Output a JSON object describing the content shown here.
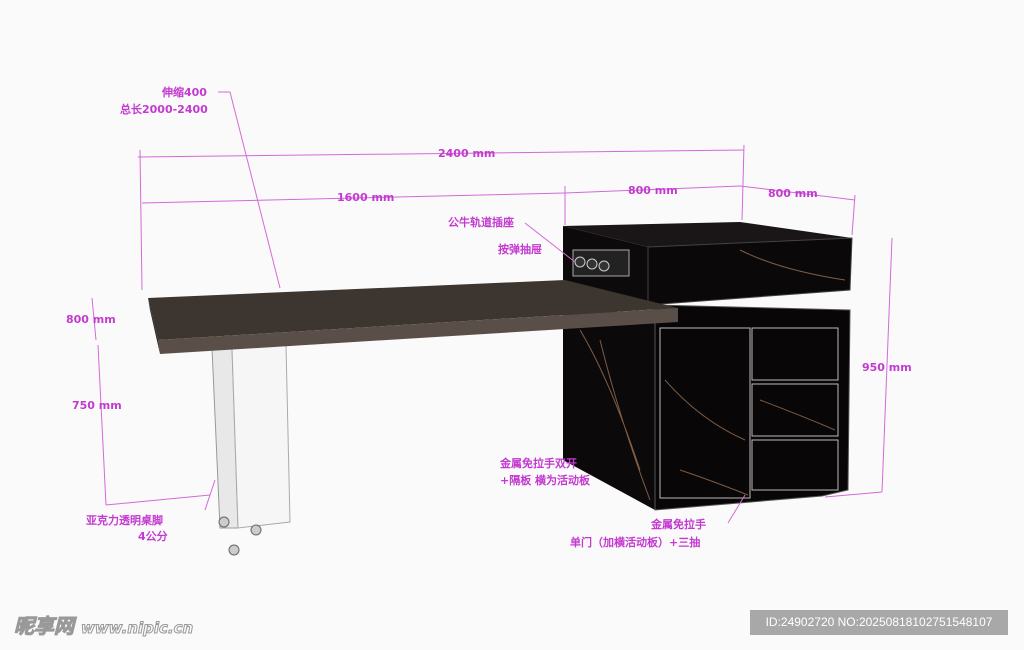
{
  "annotations": {
    "telescopic": "伸缩400",
    "total_length": "总长2000-2400",
    "dim_2400": "2400 mm",
    "dim_1600": "1600 mm",
    "dim_800_top": "800 mm",
    "dim_800_side": "800 mm",
    "dim_800_depth": "800 mm",
    "dim_750": "750 mm",
    "dim_950": "950 mm",
    "socket": "公牛轨道插座",
    "push_drawer": "按弹抽屉",
    "double_door_1": "金属免拉手双开",
    "double_door_2": "+隔板 横为活动板",
    "single_door_1": "金属免拉手",
    "single_door_2": "单门（加横活动板）+三抽",
    "leg_1": "亚克力透明桌脚",
    "leg_2": "4公分"
  },
  "watermark": {
    "logo": "昵享网",
    "site": "www.nipic.cn"
  },
  "image_id": "ID:24902720 NO:20250818102751548107"
}
